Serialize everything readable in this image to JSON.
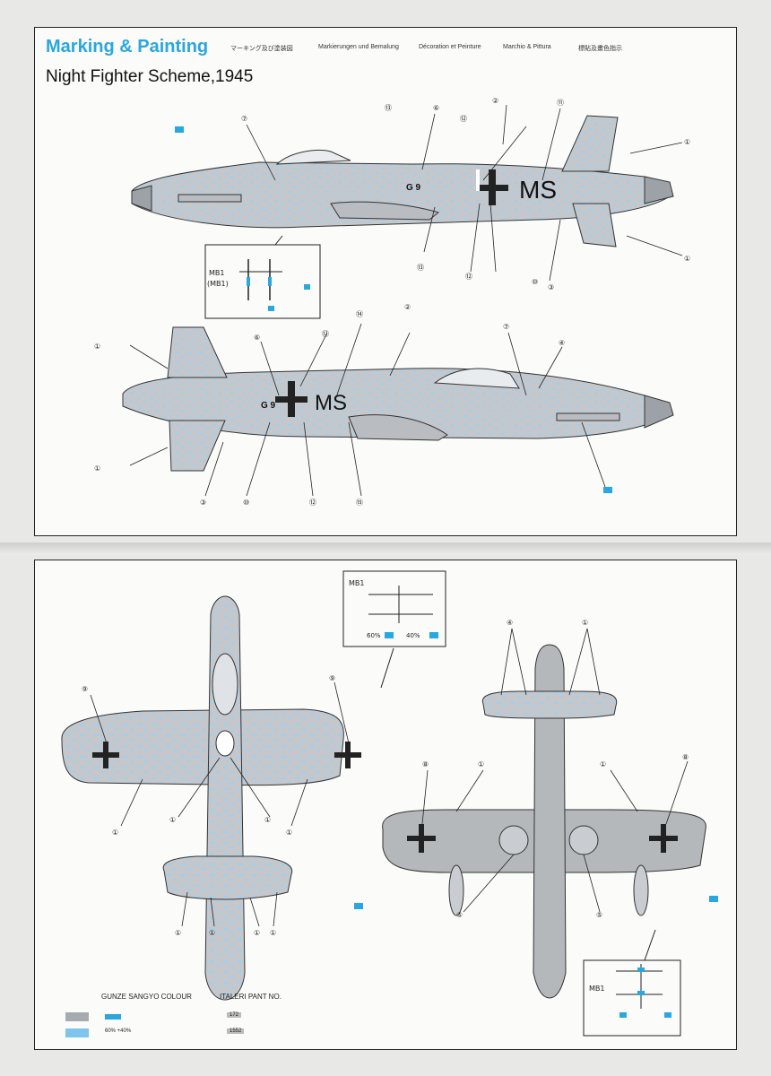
{
  "header": {
    "title": "Marking & Painting",
    "title_jp": "マーキング及び塗装図",
    "title_de": "Markierungen und Bemalung",
    "title_fr": "Décoration et Peinture",
    "title_it": "Marchio & Pittura",
    "title_cn": "標貼及畫色指示",
    "scheme": "Night Fighter Scheme,1945"
  },
  "markings": {
    "ms": "MS",
    "g9": "G 9",
    "mb1": "MB1",
    "mb1_alt": "(MB1)",
    "percent_a": "60%",
    "percent_b": "40%"
  },
  "callouts": [
    "①",
    "②",
    "③",
    "④",
    "⑤",
    "⑥",
    "⑦",
    "⑧",
    "⑨",
    "⑩",
    "⑪",
    "⑫",
    "⑬",
    "⑭",
    "⑮"
  ],
  "legend": {
    "gunze": "GUNZE SANGYO COLOUR",
    "italeri": "ITALERI PANT NO.",
    "row1_code": "172",
    "row2_code": "1552",
    "row2_mix": "60%  +40%"
  },
  "colors": {
    "cyan": "#29a7de",
    "fuselage_gray": "#c4c8cd",
    "speckle": "#9fd0ec",
    "underside": "#b5b8bb"
  }
}
